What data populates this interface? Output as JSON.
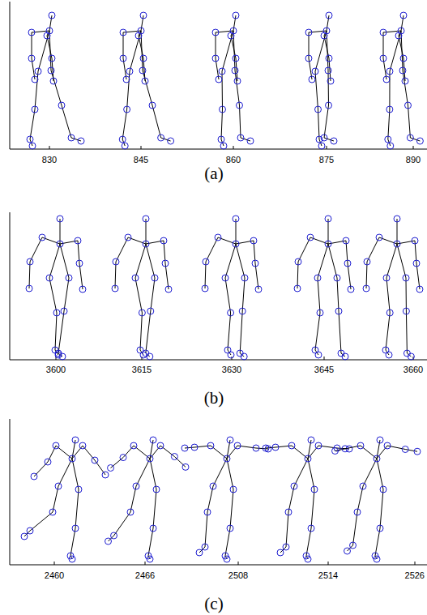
{
  "diagram": {
    "labels": [
      "830",
      "845",
      "860",
      "875",
      "890",
      "(a)",
      "3600",
      "3615",
      "3630",
      "3645",
      "3660",
      "(b)",
      "2460",
      "2466",
      "2508",
      "2514",
      "2526",
      "(c)"
    ]
  }
}
